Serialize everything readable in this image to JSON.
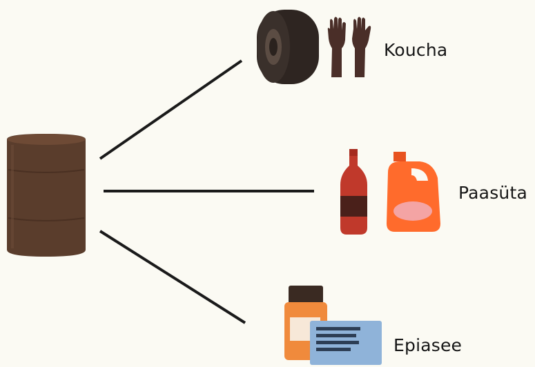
{
  "categories": [
    {
      "id": "rubber",
      "label": "Koucha",
      "items": [
        "tire-icon",
        "rubber-gloves-icon"
      ]
    },
    {
      "id": "cleaners",
      "label": "Paasüta",
      "items": [
        "bottle-icon",
        "bleach-jug-icon"
      ]
    },
    {
      "id": "medicine",
      "label": "Epiasee",
      "items": [
        "medicine-jar-icon",
        "prescription-label-icon"
      ]
    }
  ],
  "source": {
    "icon": "oil-barrel-icon"
  },
  "colors": {
    "background": "#fbfaf3",
    "barrel": "#5a3d2c",
    "lines": "#1a1a1a",
    "bottle": "#c0392b",
    "jug": "#ff6b2c",
    "jug_label": "#f4a4a4",
    "jar": "#f08a3c",
    "card": "#8fb3d9"
  }
}
